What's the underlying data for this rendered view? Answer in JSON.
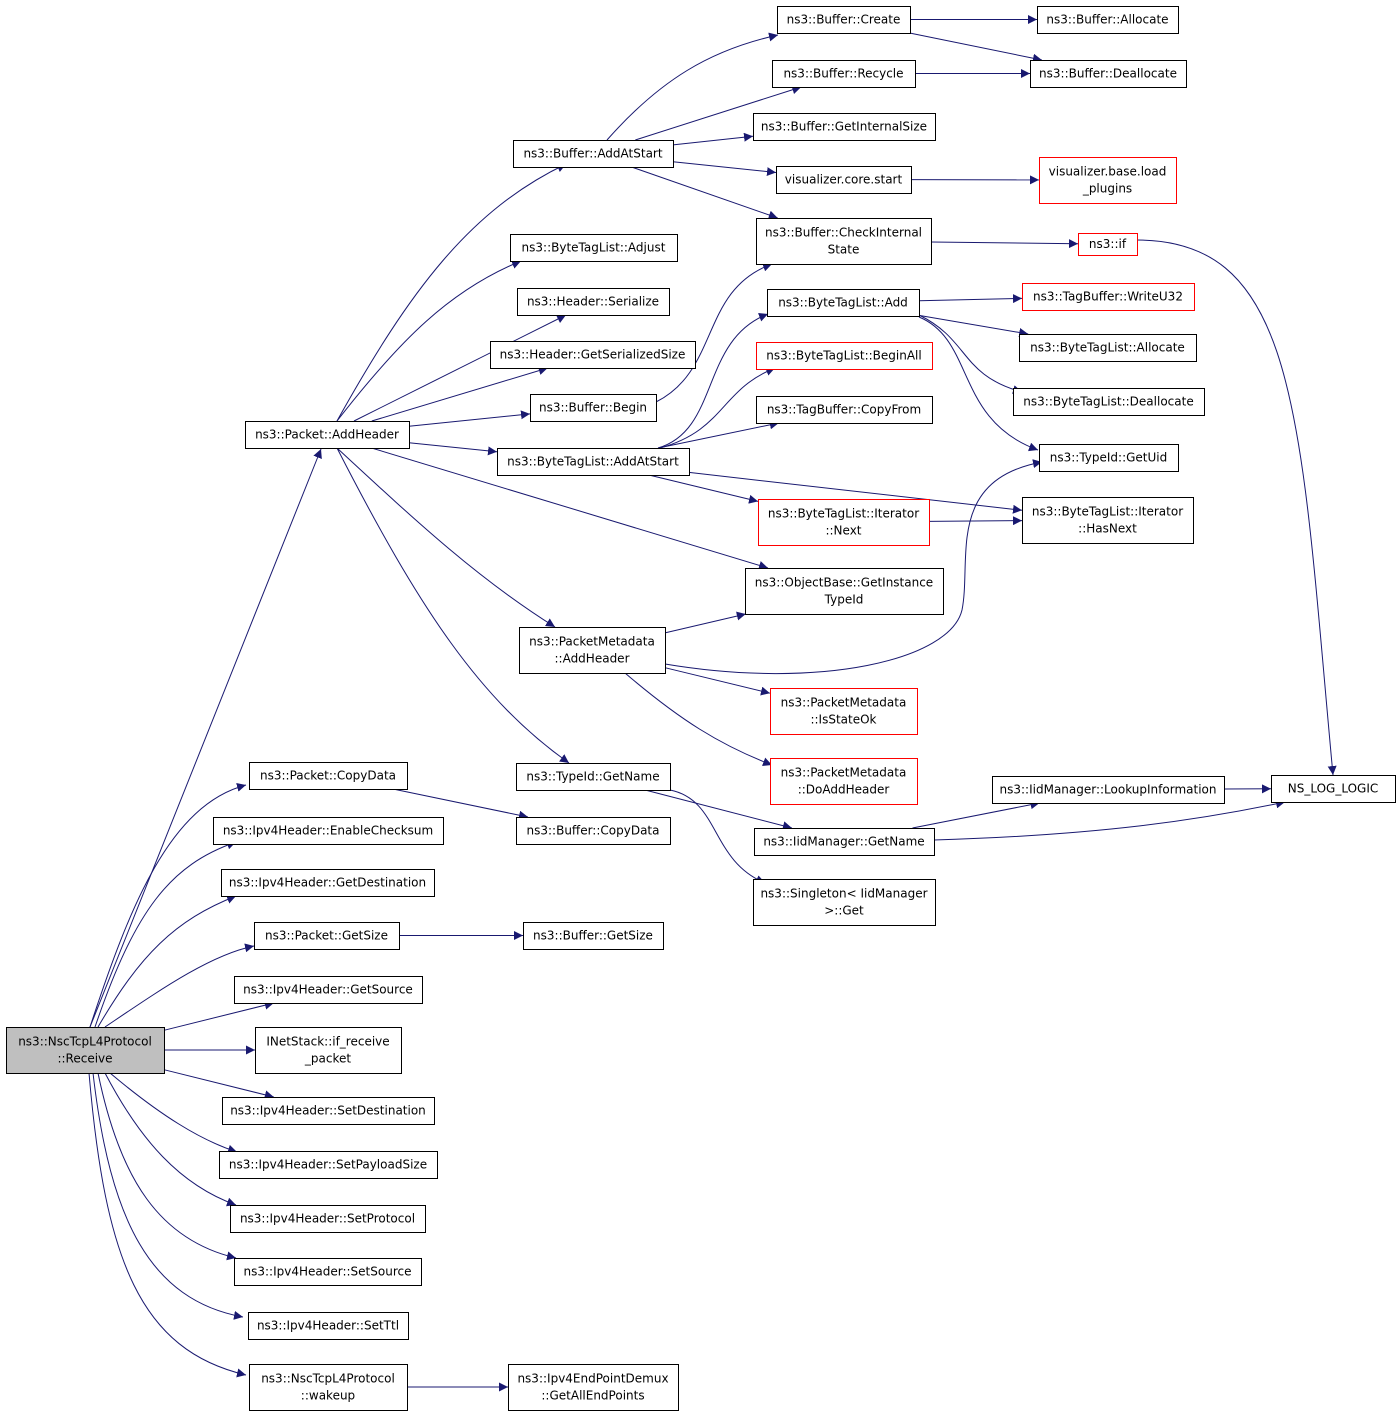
{
  "nodes": [
    {
      "id": "root",
      "lines": [
        "ns3::NscTcpL4Protocol",
        "::Receive"
      ],
      "style": "root"
    },
    {
      "id": "packet_addheader",
      "lines": [
        "ns3::Packet::AddHeader"
      ]
    },
    {
      "id": "packet_copydata",
      "lines": [
        "ns3::Packet::CopyData"
      ]
    },
    {
      "id": "ipv4_enablechecksum",
      "lines": [
        "ns3::Ipv4Header::EnableChecksum"
      ]
    },
    {
      "id": "ipv4_getdestination",
      "lines": [
        "ns3::Ipv4Header::GetDestination"
      ]
    },
    {
      "id": "packet_getsize",
      "lines": [
        "ns3::Packet::GetSize"
      ]
    },
    {
      "id": "ipv4_getsource",
      "lines": [
        "ns3::Ipv4Header::GetSource"
      ]
    },
    {
      "id": "inetstack_ifreceive",
      "lines": [
        "INetStack::if_receive",
        "_packet"
      ]
    },
    {
      "id": "ipv4_setdestination",
      "lines": [
        "ns3::Ipv4Header::SetDestination"
      ]
    },
    {
      "id": "ipv4_setpayloadsize",
      "lines": [
        "ns3::Ipv4Header::SetPayloadSize"
      ]
    },
    {
      "id": "ipv4_setprotocol",
      "lines": [
        "ns3::Ipv4Header::SetProtocol"
      ]
    },
    {
      "id": "ipv4_setsource",
      "lines": [
        "ns3::Ipv4Header::SetSource"
      ]
    },
    {
      "id": "ipv4_setttl",
      "lines": [
        "ns3::Ipv4Header::SetTtl"
      ]
    },
    {
      "id": "nsc_wakeup",
      "lines": [
        "ns3::NscTcpL4Protocol",
        "::wakeup"
      ]
    },
    {
      "id": "buffer_addatstart",
      "lines": [
        "ns3::Buffer::AddAtStart"
      ]
    },
    {
      "id": "btl_adjust",
      "lines": [
        "ns3::ByteTagList::Adjust"
      ]
    },
    {
      "id": "header_serialize",
      "lines": [
        "ns3::Header::Serialize"
      ]
    },
    {
      "id": "header_getserializedsize",
      "lines": [
        "ns3::Header::GetSerializedSize"
      ]
    },
    {
      "id": "buffer_begin",
      "lines": [
        "ns3::Buffer::Begin"
      ]
    },
    {
      "id": "btl_addatstart",
      "lines": [
        "ns3::ByteTagList::AddAtStart"
      ]
    },
    {
      "id": "pm_addheader",
      "lines": [
        "ns3::PacketMetadata",
        "::AddHeader"
      ]
    },
    {
      "id": "typeid_getname",
      "lines": [
        "ns3::TypeId::GetName"
      ]
    },
    {
      "id": "buffer_copydata",
      "lines": [
        "ns3::Buffer::CopyData"
      ]
    },
    {
      "id": "buffer_getsize",
      "lines": [
        "ns3::Buffer::GetSize"
      ]
    },
    {
      "id": "ipv4epd_getallendpoints",
      "lines": [
        "ns3::Ipv4EndPointDemux",
        "::GetAllEndPoints"
      ]
    },
    {
      "id": "buffer_create",
      "lines": [
        "ns3::Buffer::Create"
      ]
    },
    {
      "id": "buffer_recycle",
      "lines": [
        "ns3::Buffer::Recycle"
      ]
    },
    {
      "id": "buffer_getinternalsize",
      "lines": [
        "ns3::Buffer::GetInternalSize"
      ]
    },
    {
      "id": "viz_core_start",
      "lines": [
        "visualizer.core.start"
      ]
    },
    {
      "id": "buffer_checkinternalstate",
      "lines": [
        "ns3::Buffer::CheckInternal",
        "State"
      ]
    },
    {
      "id": "btl_add",
      "lines": [
        "ns3::ByteTagList::Add"
      ]
    },
    {
      "id": "btl_beginall",
      "lines": [
        "ns3::ByteTagList::BeginAll"
      ],
      "style": "red"
    },
    {
      "id": "tagbuffer_copyfrom",
      "lines": [
        "ns3::TagBuffer::CopyFrom"
      ]
    },
    {
      "id": "btl_iter_next",
      "lines": [
        "ns3::ByteTagList::Iterator",
        "::Next"
      ],
      "style": "red"
    },
    {
      "id": "objectbase_getinstancetypeid",
      "lines": [
        "ns3::ObjectBase::GetInstance",
        "TypeId"
      ]
    },
    {
      "id": "pm_isstateok",
      "lines": [
        "ns3::PacketMetadata",
        "::IsStateOk"
      ],
      "style": "red"
    },
    {
      "id": "pm_doaddheader",
      "lines": [
        "ns3::PacketMetadata",
        "::DoAddHeader"
      ],
      "style": "red"
    },
    {
      "id": "iidmanager_getname",
      "lines": [
        "ns3::IidManager::GetName"
      ]
    },
    {
      "id": "singleton_get",
      "lines": [
        "ns3::Singleton< IidManager",
        ">::Get"
      ]
    },
    {
      "id": "buffer_allocate",
      "lines": [
        "ns3::Buffer::Allocate"
      ]
    },
    {
      "id": "buffer_deallocate",
      "lines": [
        "ns3::Buffer::Deallocate"
      ]
    },
    {
      "id": "viz_base_loadplugins",
      "lines": [
        "visualizer.base.load",
        "_plugins"
      ],
      "style": "red"
    },
    {
      "id": "ns3_if",
      "lines": [
        "ns3::if"
      ],
      "style": "red"
    },
    {
      "id": "tagbuffer_writeu32",
      "lines": [
        "ns3::TagBuffer::WriteU32"
      ],
      "style": "red"
    },
    {
      "id": "btl_allocate",
      "lines": [
        "ns3::ByteTagList::Allocate"
      ]
    },
    {
      "id": "btl_deallocate",
      "lines": [
        "ns3::ByteTagList::Deallocate"
      ]
    },
    {
      "id": "typeid_getuid",
      "lines": [
        "ns3::TypeId::GetUid"
      ]
    },
    {
      "id": "btl_iter_hasnext",
      "lines": [
        "ns3::ByteTagList::Iterator",
        "::HasNext"
      ]
    },
    {
      "id": "iidmanager_lookupinformation",
      "lines": [
        "ns3::IidManager::LookupInformation"
      ]
    },
    {
      "id": "ns_log_logic",
      "lines": [
        "NS_LOG_LOGIC"
      ]
    }
  ],
  "edges": [
    [
      "root",
      "packet_addheader"
    ],
    [
      "root",
      "packet_copydata"
    ],
    [
      "root",
      "ipv4_enablechecksum"
    ],
    [
      "root",
      "ipv4_getdestination"
    ],
    [
      "root",
      "packet_getsize"
    ],
    [
      "root",
      "ipv4_getsource"
    ],
    [
      "root",
      "inetstack_ifreceive"
    ],
    [
      "root",
      "ipv4_setdestination"
    ],
    [
      "root",
      "ipv4_setpayloadsize"
    ],
    [
      "root",
      "ipv4_setprotocol"
    ],
    [
      "root",
      "ipv4_setsource"
    ],
    [
      "root",
      "ipv4_setttl"
    ],
    [
      "root",
      "nsc_wakeup"
    ],
    [
      "packet_addheader",
      "buffer_addatstart"
    ],
    [
      "packet_addheader",
      "btl_adjust"
    ],
    [
      "packet_addheader",
      "header_serialize"
    ],
    [
      "packet_addheader",
      "header_getserializedsize"
    ],
    [
      "packet_addheader",
      "buffer_begin"
    ],
    [
      "packet_addheader",
      "btl_addatstart"
    ],
    [
      "packet_addheader",
      "objectbase_getinstancetypeid"
    ],
    [
      "packet_addheader",
      "pm_addheader"
    ],
    [
      "packet_addheader",
      "typeid_getname"
    ],
    [
      "packet_copydata",
      "buffer_copydata"
    ],
    [
      "packet_getsize",
      "buffer_getsize"
    ],
    [
      "nsc_wakeup",
      "ipv4epd_getallendpoints"
    ],
    [
      "buffer_addatstart",
      "buffer_create"
    ],
    [
      "buffer_addatstart",
      "buffer_recycle"
    ],
    [
      "buffer_addatstart",
      "buffer_getinternalsize"
    ],
    [
      "buffer_addatstart",
      "viz_core_start"
    ],
    [
      "buffer_addatstart",
      "buffer_checkinternalstate"
    ],
    [
      "buffer_begin",
      "buffer_checkinternalstate"
    ],
    [
      "btl_addatstart",
      "btl_add"
    ],
    [
      "btl_addatstart",
      "btl_beginall"
    ],
    [
      "btl_addatstart",
      "tagbuffer_copyfrom"
    ],
    [
      "btl_addatstart",
      "btl_iter_next"
    ],
    [
      "btl_addatstart",
      "btl_iter_hasnext"
    ],
    [
      "pm_addheader",
      "objectbase_getinstancetypeid"
    ],
    [
      "pm_addheader",
      "pm_isstateok"
    ],
    [
      "pm_addheader",
      "pm_doaddheader"
    ],
    [
      "pm_addheader",
      "typeid_getuid"
    ],
    [
      "typeid_getname",
      "iidmanager_getname"
    ],
    [
      "typeid_getname",
      "singleton_get"
    ],
    [
      "buffer_create",
      "buffer_allocate"
    ],
    [
      "buffer_create",
      "buffer_deallocate"
    ],
    [
      "buffer_recycle",
      "buffer_deallocate"
    ],
    [
      "viz_core_start",
      "viz_base_loadplugins"
    ],
    [
      "buffer_checkinternalstate",
      "ns3_if"
    ],
    [
      "ns3_if",
      "ns_log_logic"
    ],
    [
      "btl_add",
      "tagbuffer_writeu32"
    ],
    [
      "btl_add",
      "btl_allocate"
    ],
    [
      "btl_add",
      "btl_deallocate"
    ],
    [
      "btl_add",
      "typeid_getuid"
    ],
    [
      "btl_iter_next",
      "btl_iter_hasnext"
    ],
    [
      "iidmanager_getname",
      "iidmanager_lookupinformation"
    ],
    [
      "iidmanager_getname",
      "ns_log_logic"
    ],
    [
      "iidmanager_lookupinformation",
      "ns_log_logic"
    ]
  ]
}
